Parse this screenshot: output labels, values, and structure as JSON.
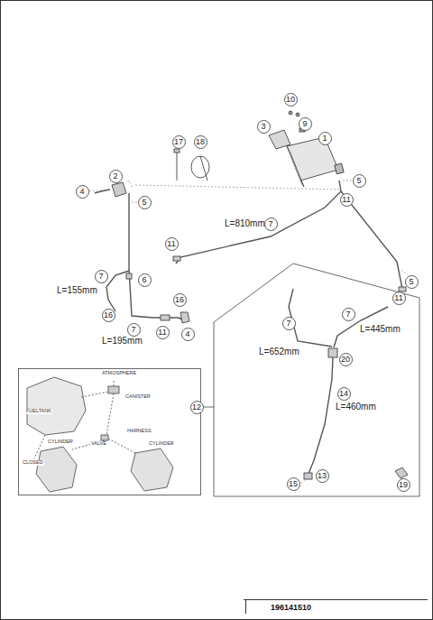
{
  "diagram": {
    "labels": [
      "10",
      "3",
      "9",
      "1",
      "17",
      "18",
      "2",
      "4",
      "5",
      "5",
      "11",
      "L=810mm",
      "7",
      "11",
      "7",
      "6",
      "5",
      "L=155mm",
      "16",
      "11",
      "16",
      "7",
      "11",
      "4",
      "7",
      "7",
      "L=195mm",
      "L=445mm",
      "L=652mm",
      "20",
      "12",
      "14",
      "L=460mm",
      "13",
      "15",
      "19",
      "ATMOSPHERE",
      "CANISTER",
      "FUELTANK",
      "HARNESS",
      "VALVE",
      "CYLINDER",
      "CYLINDER",
      "CLOSED",
      "196141510"
    ]
  }
}
